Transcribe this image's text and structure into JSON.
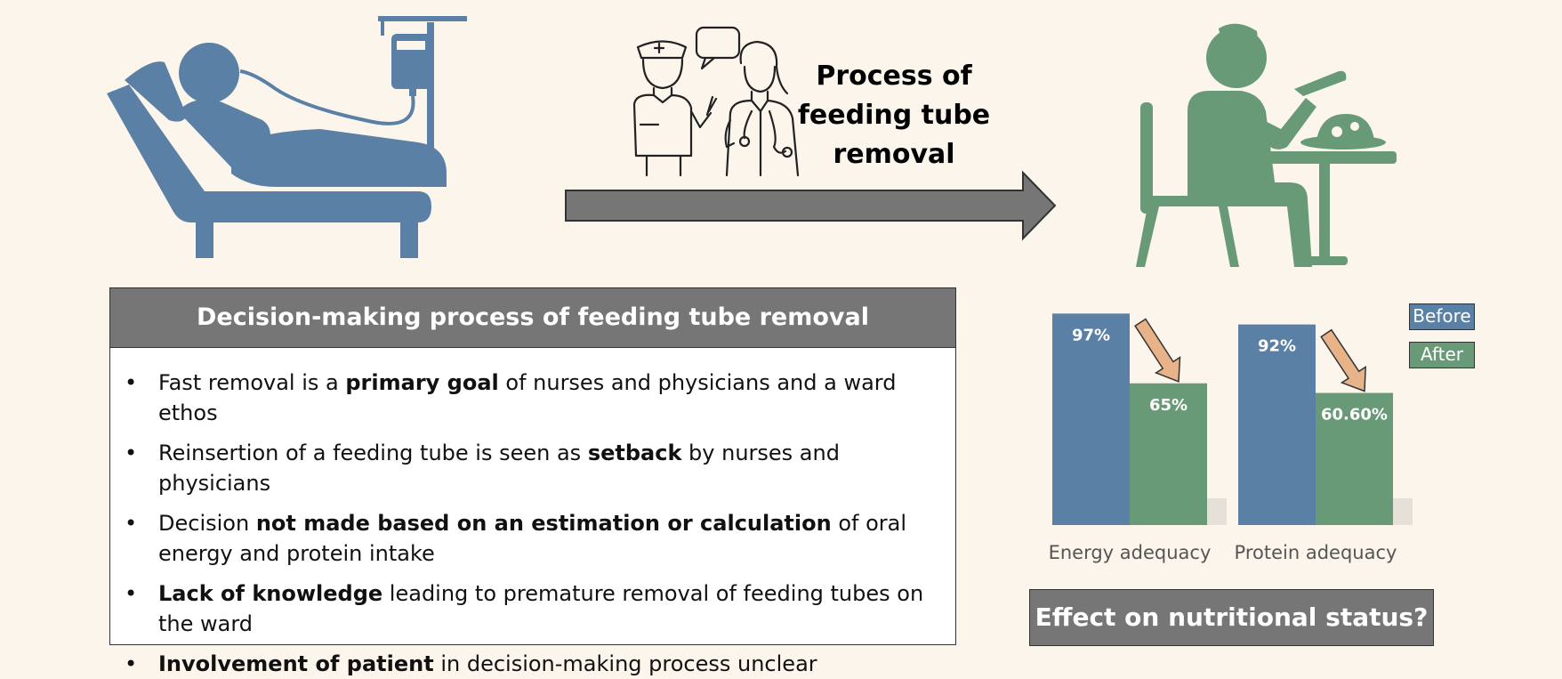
{
  "process_label": {
    "line1": "Process of",
    "line2": "feeding tube",
    "line3": "removal"
  },
  "decision_box": {
    "title": "Decision-making process of feeding tube removal",
    "items": [
      {
        "pre": "Fast removal is a ",
        "bold": "primary goal",
        "post": " of nurses and physicians and a ward ethos"
      },
      {
        "pre": "Reinsertion of a feeding tube is seen as ",
        "bold": "setback",
        "post": " by nurses and physicians"
      },
      {
        "pre": "Decision ",
        "bold": "not made based on an estimation or calculation",
        "post": " of oral energy and protein intake"
      },
      {
        "pre": "",
        "bold": "Lack of knowledge",
        "post": " leading to premature removal of feeding tubes on the ward"
      },
      {
        "pre": "",
        "bold": "Involvement of patient",
        "post": " in decision-making process unclear"
      }
    ]
  },
  "chart_data": {
    "type": "bar",
    "categories": [
      "Energy adequacy",
      "Protein adequacy"
    ],
    "series": [
      {
        "name": "Before",
        "values": [
          97,
          92
        ],
        "labels": [
          "97%",
          "92%"
        ]
      },
      {
        "name": "After",
        "values": [
          65,
          60.6
        ],
        "labels": [
          "65%",
          "60.60%"
        ]
      }
    ],
    "colors": {
      "Before": "#5b80a6",
      "After": "#699a78",
      "arrow": "#e8b389"
    },
    "ylim": [
      0,
      100
    ],
    "legend": "top-right"
  },
  "effect_label": "Effect on nutritional status?",
  "colors": {
    "background": "#fbf5ec",
    "patient_blue": "#5b80a6",
    "eating_green": "#699a78",
    "header_gray": "#767676"
  }
}
